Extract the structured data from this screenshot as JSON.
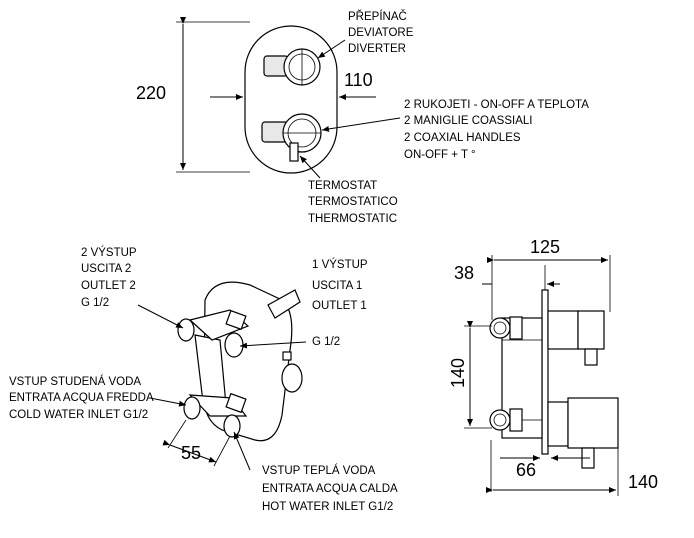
{
  "front_view": {
    "dim_height": "220",
    "dim_width": "110",
    "diverter_label": [
      "PŘEPÍNAČ",
      "DEVIATORE",
      "DIVERTER"
    ],
    "handles_label": [
      "2 RUKOJETI - ON-OFF A TEPLOTA",
      "2 MANIGLIE COASSIALI",
      "2 COAXIAL HANDLES",
      "ON-OFF + T °"
    ],
    "thermostat_label": [
      "TERMOSTAT",
      "TERMOSTATICO",
      "THERMOSTATIC"
    ]
  },
  "iso_view": {
    "outlet2_label": [
      "2 VÝSTUP",
      "USCITA 2",
      "OUTLET 2",
      "G 1/2"
    ],
    "outlet1_label": [
      "1 VÝSTUP",
      "USCITA 1",
      "OUTLET 1",
      "G 1/2"
    ],
    "cold_inlet_label": [
      "VSTUP STUDENÁ VODA",
      "ENTRATA ACQUA FREDDA",
      "COLD WATER INLET G1/2"
    ],
    "hot_inlet_label": [
      "VSTUP TEPLÁ VODA",
      "ENTRATA ACQUA CALDA",
      "HOT WATER INLET G1/2"
    ],
    "dim_55": "55"
  },
  "side_view": {
    "dim_125": "125",
    "dim_38": "38",
    "dim_140_height": "140",
    "dim_66": "66",
    "dim_140_depth": "140"
  }
}
